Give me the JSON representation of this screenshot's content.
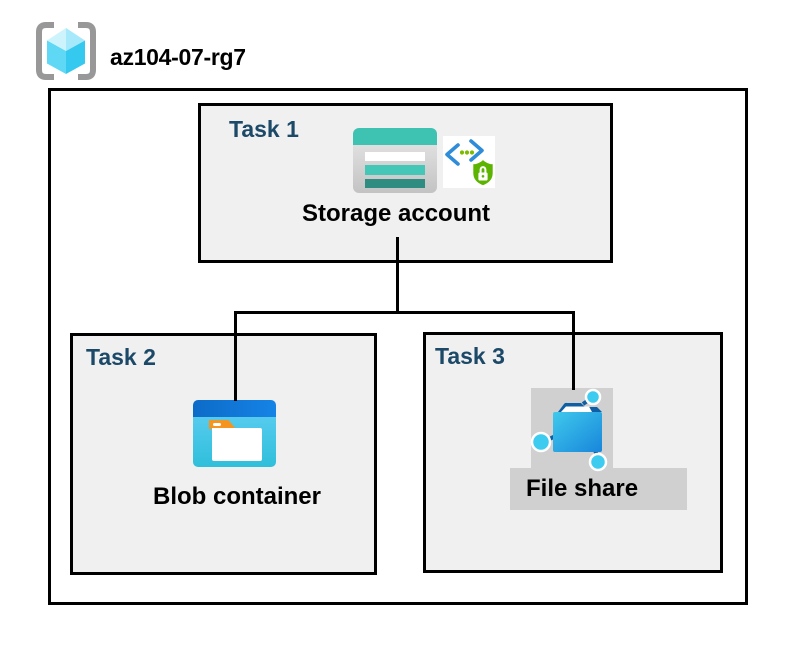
{
  "header": {
    "title": "az104-07-rg7",
    "icon": "resource-group-icon"
  },
  "tasks": [
    {
      "id": "task-1",
      "label": "Task 1",
      "item": "Storage account",
      "icons": [
        "storage-account-icon",
        "sas-lock-icon"
      ]
    },
    {
      "id": "task-2",
      "label": "Task 2",
      "item": "Blob container",
      "icons": [
        "blob-container-icon"
      ]
    },
    {
      "id": "task-3",
      "label": "Task 3",
      "item": "File share",
      "icons": [
        "file-share-icon"
      ]
    }
  ],
  "connections": [
    {
      "from": "Storage account",
      "to": "Blob container"
    },
    {
      "from": "Storage account",
      "to": "File share"
    }
  ],
  "colors": {
    "task_label": "#1C4968",
    "box_fill": "#F0F0F0",
    "box_border": "#000000",
    "highlight_band": "#D0D0D0",
    "storage_teal": "#3EC3B3",
    "storage_teal_dark": "#2E8C81",
    "blob_blue": "#1079D8",
    "blob_cyan": "#3FC4E0",
    "folder_orange": "#F5941F",
    "shield_green": "#5CB300",
    "chevron_blue": "#2E8CD8",
    "cube_cyan": "#50D6F2",
    "bracket_gray": "#989898",
    "fileshare_navy": "#0E5FA4",
    "node_cyan": "#3DCBF0"
  }
}
